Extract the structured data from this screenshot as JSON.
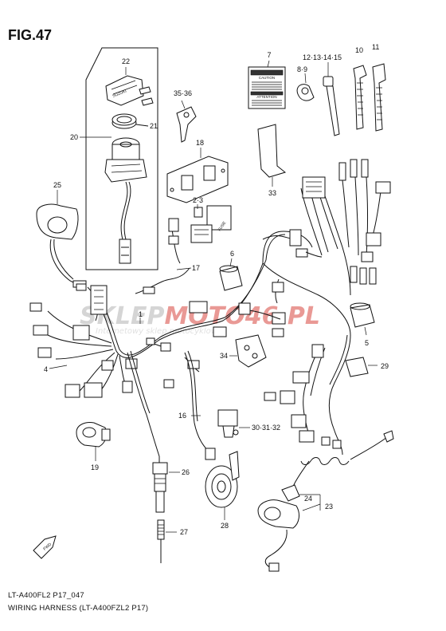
{
  "figure": {
    "title": "FIG.47"
  },
  "footer": {
    "code": "LT-A400FL2 P17_047",
    "caption": "WIRING HARNESS (LT-A400FZL2 P17)"
  },
  "watermark": {
    "brand": "SKLEPMOTO46.PL",
    "tagline": "Internetowy sklep motocyklowy"
  },
  "labels": {
    "l22": "22",
    "l21": "21",
    "l20": "20",
    "l35": "35·36",
    "l7": "7",
    "l12": "12·13·14·15",
    "l89": "8·9",
    "l10": "10",
    "l11": "11",
    "l18": "18",
    "l25": "25",
    "l23x": "2·3",
    "l33": "33",
    "l6": "6",
    "l17": "17",
    "l1": "1",
    "l5": "5",
    "l4": "4",
    "l34": "34",
    "l29": "29",
    "l16": "16",
    "l30": "30·31·32",
    "l19": "19",
    "l26": "26",
    "l24": "24",
    "l23": "23",
    "l27": "27",
    "l28": "28"
  },
  "decals": {
    "caution": "CAUTION",
    "attention": "ATTENTION",
    "fwd": "FWD",
    "fuse": "FUSE",
    "suzuki": "SUZUKI"
  },
  "colors": {
    "line": "#111111",
    "wm_red": "#d8473f",
    "wm_grey": "#b3b3b3"
  }
}
